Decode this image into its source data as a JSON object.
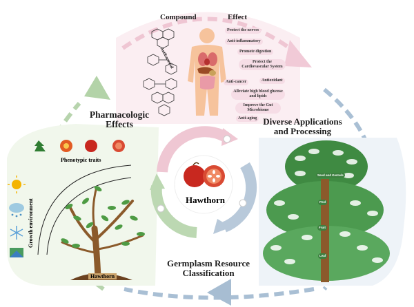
{
  "top": {
    "compound_label": "Compound",
    "effect_label": "Effect",
    "antibacterial": "Antibacterial",
    "effects": [
      "Protect the nerves",
      "Anti-inflammatory",
      "Promote digestion",
      "Protect the Cardiovascular System",
      "Anti-cancer",
      "Antioxidant",
      "Alleviate high blood glucose and lipids",
      "Improve the Gut Microbiome",
      "Anti-aging"
    ]
  },
  "center": {
    "title": "Hawthorn"
  },
  "sections": {
    "pharmacologic": "Pharmacologic Effects",
    "applications": "Diverse Applications and Processing",
    "germplasm": "Germplasm Resource Classification"
  },
  "left": {
    "phenotypic": "Phenotypic traits",
    "growth": "Growth environment",
    "trunk_label": "Hawthorn"
  },
  "right_tree": {
    "nodes": [
      "Seed and Kernels",
      "Peel",
      "Fruit",
      "Leaf"
    ]
  },
  "colors": {
    "pink": "#e9b9c9",
    "blue": "#9db5cc",
    "green": "#a9c9a0",
    "tree_green": "#3f8a42",
    "trunk": "#8b5a2b",
    "fruit_red": "#c8281f"
  }
}
